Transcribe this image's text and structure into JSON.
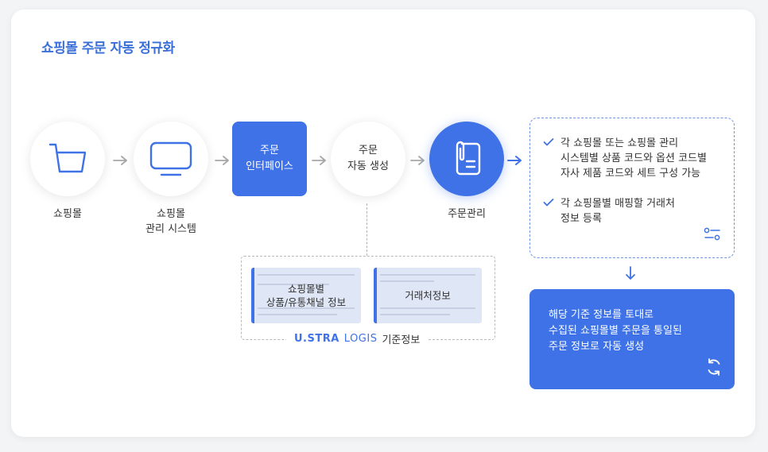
{
  "title": "쇼핑몰 주문 자동 정규화",
  "nodes": {
    "shop": {
      "label": "쇼핑몰",
      "icon": "cart-icon"
    },
    "shop_admin": {
      "label_line1": "쇼핑몰",
      "label_line2": "관리 시스템",
      "icon": "monitor-icon"
    },
    "order_interface": {
      "line1": "주문",
      "line2": "인터페이스"
    },
    "auto_create": {
      "line1": "주문",
      "line2": "자동 생성"
    },
    "order_mgmt": {
      "label": "주문관리",
      "icon": "document-clip-icon"
    }
  },
  "base_info": {
    "screen1": {
      "line1": "쇼핑몰별",
      "line2": "상품/유통채널 정보"
    },
    "screen2": {
      "label": "거래처정보"
    },
    "brand_bold": "U.STRA",
    "brand_light": "LOGIS",
    "caption": "기준정보"
  },
  "checklist": {
    "items": [
      {
        "text": "각 쇼핑몰 또는 쇼핑몰 관리\n시스템별 상품 코드와 옵션 코드별\n자사 제품 코드와 세트 구성 가능"
      },
      {
        "text": "각 쇼핑몰별 매핑할 거래처\n정보 등록"
      }
    ],
    "icon": "settings-sliders-icon"
  },
  "result": {
    "text": "해당 기준 정보를 토대로\n수집된 쇼핑몰별 주문을 통일된\n주문 정보로 자동 생성",
    "icon": "refresh-icon"
  },
  "colors": {
    "accent": "#3f72e6",
    "title": "#3a6fd8",
    "arrow": "#a8a8a8"
  }
}
